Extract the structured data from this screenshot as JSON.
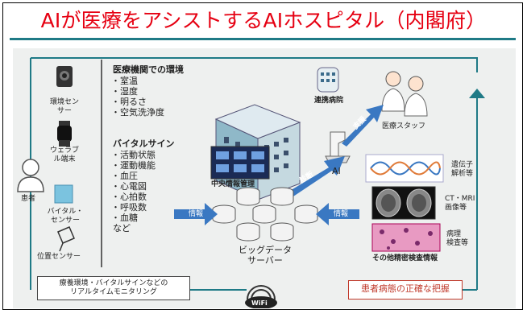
{
  "title": "AIが医療をアシストするAIホスピタル（内閣府）",
  "left_devices": {
    "env_sensor": "環境セン\nサー",
    "wearable": "ウェラブ\nル端末",
    "patient": "患者",
    "vital_sensor": "バイタル・\nセンサー",
    "location_sensor": "位置センサー"
  },
  "env_heading": "医療機関での環境",
  "env_items": [
    "・室温",
    "・湿度",
    "・明るさ",
    "・空気洗浄度"
  ],
  "vital_heading": "バイタルサイン",
  "vital_items": [
    "・活動状態",
    "・運動機能",
    "・血圧",
    "・心電図",
    "・心拍数",
    "・呼吸数",
    "・血糖",
    "など"
  ],
  "central_info": "中央情報管理",
  "partner_hospital": "連携病院",
  "medical_staff": "医療スタッフ",
  "support_label": "支援",
  "diagnosis_label": "診断",
  "ai_label": "AI",
  "info_left": "情報",
  "info_right": "情報",
  "bigdata": "ビッグデータ\nサーバー",
  "right_items": {
    "gene": "遺伝子\n解析等",
    "ct_mri": "CT・MRI\n画像等",
    "pathology": "病理\n検査等",
    "other_tests": "その他精密検査情報"
  },
  "bottom_left_box": "療養環境・バイタルサインなどの\nリアルタイムモニタリング",
  "bottom_right_box": "患者病態の正確な把握",
  "wifi_label": "WiFi",
  "colors": {
    "title": "#e60012",
    "accent_teal": "#1f7a86",
    "arrow_blue": "#3a78c2",
    "right_box_text": "#c0392b"
  }
}
